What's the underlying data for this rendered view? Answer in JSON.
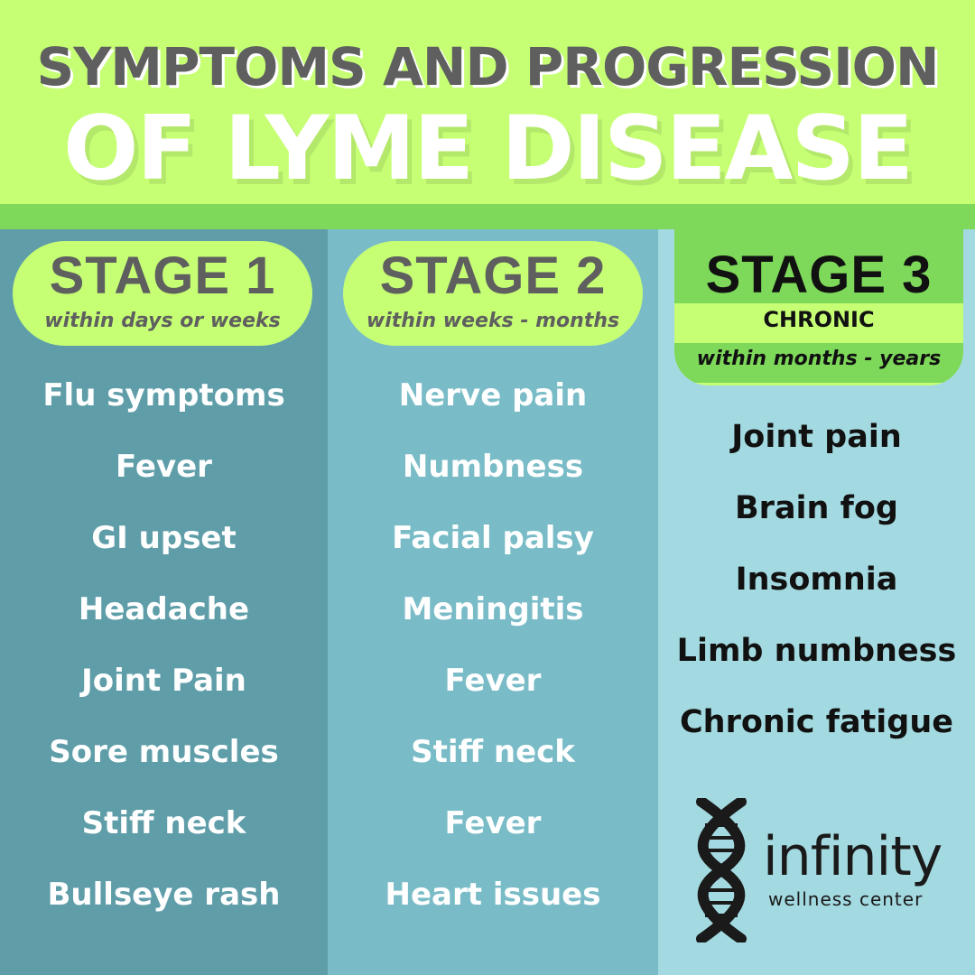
{
  "header": {
    "line1": "SYMPTOMS AND PROGRESSION",
    "line2": "OF LYME DISEASE"
  },
  "stages": [
    {
      "title": "STAGE 1",
      "subtitle": "within days or weeks",
      "symptoms": [
        "Flu symptoms",
        "Fever",
        "GI upset",
        "Headache",
        "Joint Pain",
        "Sore muscles",
        "Stiff neck",
        "Bullseye rash"
      ]
    },
    {
      "title": "STAGE 2",
      "subtitle": "within weeks - months",
      "symptoms": [
        "Nerve pain",
        "Numbness",
        "Facial palsy",
        "Meningitis",
        "Fever",
        "Stiff neck",
        "Fever",
        "Heart issues"
      ]
    },
    {
      "title": "STAGE 3",
      "label": "CHRONIC",
      "subtitle": "within months - years",
      "symptoms": [
        "Joint pain",
        "Brain fog",
        "Insomnia",
        "Limb numbness",
        "Chronic fatigue"
      ]
    }
  ],
  "logo": {
    "name": "infinity",
    "tagline": "wellness center",
    "icon": "dna-icon"
  },
  "colors": {
    "lime": "#c6ff74",
    "green": "#7ed85a",
    "gray_text": "#5f5f5f",
    "col1_bg": "#5f9ea9",
    "col2_bg": "#79bcc7",
    "col3_bg": "#a3d9e0"
  }
}
